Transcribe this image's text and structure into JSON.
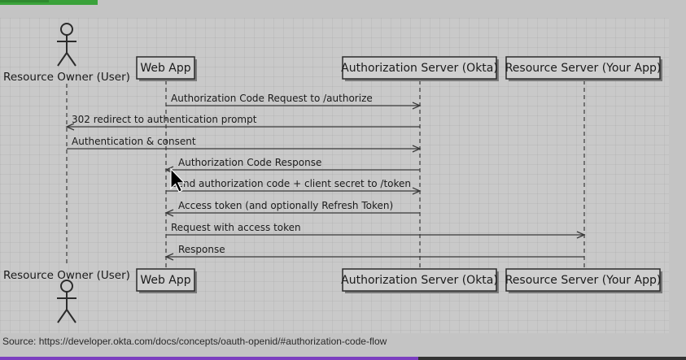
{
  "participants": [
    {
      "id": "resource-owner",
      "label": "Resource Owner (User)",
      "kind": "actor"
    },
    {
      "id": "web-app",
      "label": "Web App",
      "kind": "box"
    },
    {
      "id": "authorization-server",
      "label": "Authorization Server (Okta)",
      "kind": "box"
    },
    {
      "id": "resource-server",
      "label": "Resource Server (Your App)",
      "kind": "box"
    }
  ],
  "messages": [
    {
      "from": "web-app",
      "to": "authorization-server",
      "label": "Authorization Code Request to /authorize"
    },
    {
      "from": "authorization-server",
      "to": "resource-owner",
      "label": "302 redirect to authentication prompt"
    },
    {
      "from": "resource-owner",
      "to": "authorization-server",
      "label": "Authentication & consent"
    },
    {
      "from": "authorization-server",
      "to": "web-app",
      "label": "Authorization Code Response"
    },
    {
      "from": "web-app",
      "to": "authorization-server",
      "label": "Send authorization code + client secret to /token"
    },
    {
      "from": "authorization-server",
      "to": "web-app",
      "label": "Access token (and optionally Refresh Token)"
    },
    {
      "from": "web-app",
      "to": "resource-server",
      "label": "Request with access token"
    },
    {
      "from": "resource-server",
      "to": "web-app",
      "label": "Response"
    }
  ],
  "source": "Source: https://developer.okta.com/docs/concepts/oauth-openid/#authorization-code-flow",
  "colors": {
    "background": "#c4c4c4",
    "panel": "#c9c9c9",
    "box_fill": "#cfcfcf",
    "box_border": "#2b2b2b",
    "box_shadow": "#7a7a7a",
    "text": "#1a1a1a",
    "lifeline": "#3a3a3a",
    "top_accent": "#3aa23a",
    "bottom_progress": "#7b3fc0"
  },
  "icons": {
    "cursor": "mouse-pointer-icon",
    "actor": "stick-figure-icon"
  },
  "progress_fraction": 0.61
}
